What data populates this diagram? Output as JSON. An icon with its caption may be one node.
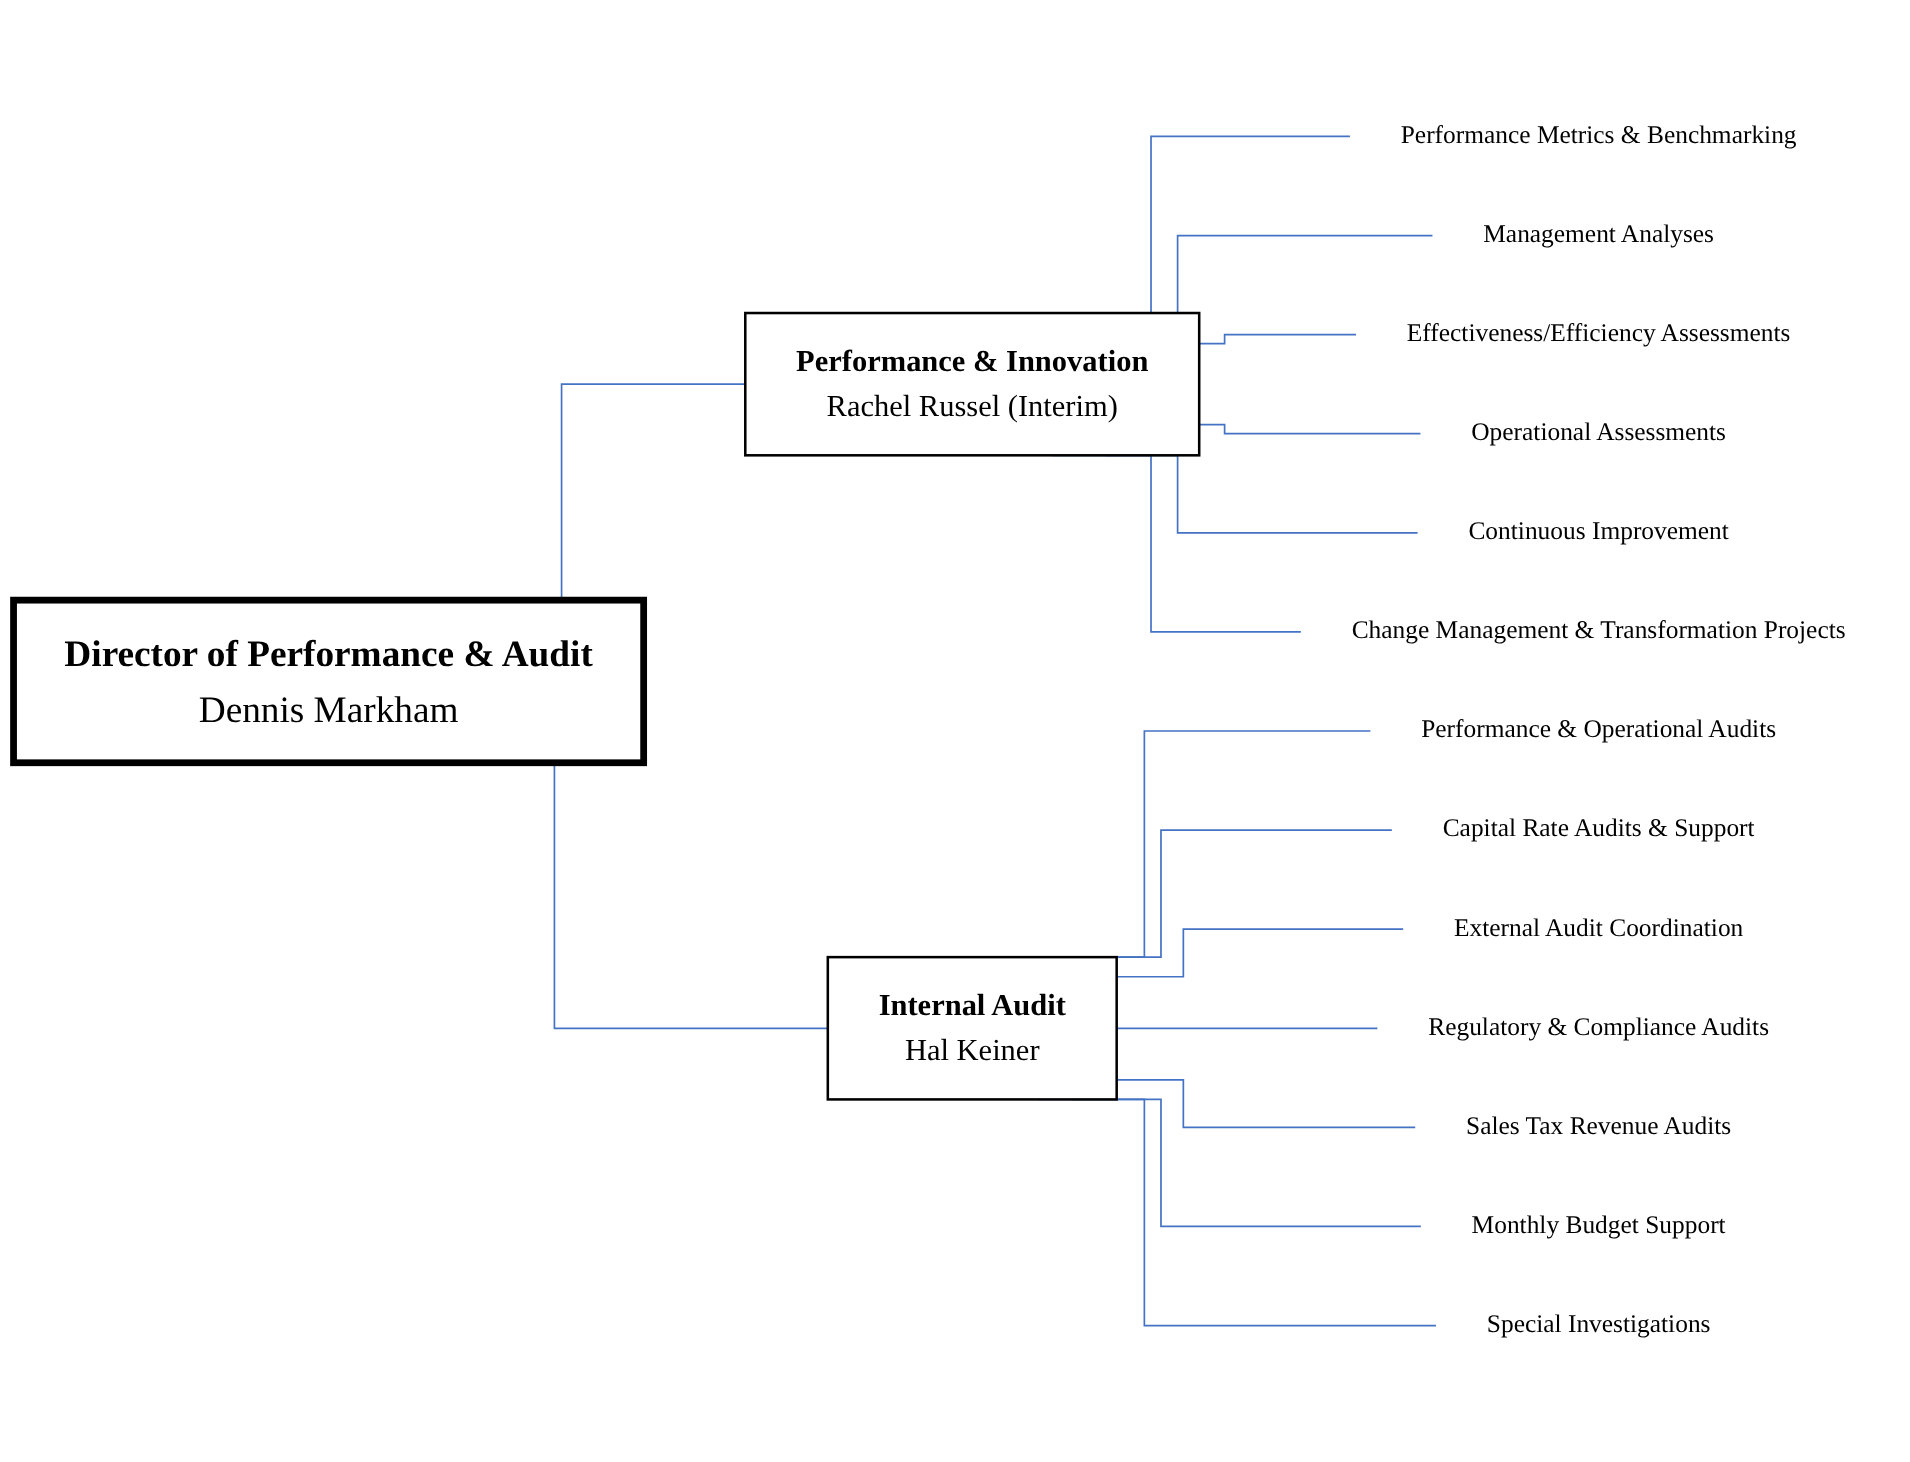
{
  "diagram": {
    "nodes": [
      {
        "text": [
          "Director of Performance & Audit",
          "Dennis Markham"
        ]
      },
      {
        "text": [
          "Performance & Innovation",
          "Rachel Russel (Interim)"
        ]
      },
      {
        "text": [
          "Internal Audit",
          "Hal Keiner"
        ]
      },
      {
        "text": [
          "Performance Metrics & Benchmarking"
        ]
      },
      {
        "text": [
          "Management Analyses"
        ]
      },
      {
        "text": [
          "Effectiveness/Efficiency Assessments"
        ]
      },
      {
        "text": [
          "Operational Assessments"
        ]
      },
      {
        "text": [
          "Continuous Improvement"
        ]
      },
      {
        "text": [
          "Change Management & Transformation Projects"
        ]
      },
      {
        "text": [
          "Performance & Operational Audits"
        ]
      },
      {
        "text": [
          "Capital Rate Audits & Support"
        ]
      },
      {
        "text": [
          "External Audit Coordination"
        ]
      },
      {
        "text": [
          "Regulatory & Compliance Audits"
        ]
      },
      {
        "text": [
          "Sales Tax Revenue Audits"
        ]
      },
      {
        "text": [
          "Monthly Budget Support"
        ]
      },
      {
        "text": [
          "Special Investigations"
        ]
      }
    ],
    "edges": [
      {
        "from": 0,
        "to": 1,
        "arrow": "none"
      },
      {
        "from": 0,
        "to": 2,
        "arrow": "none"
      },
      {
        "from": 1,
        "to": 3,
        "arrow": "none"
      },
      {
        "from": 1,
        "to": 4,
        "arrow": "none"
      },
      {
        "from": 1,
        "to": 5,
        "arrow": "none"
      },
      {
        "from": 1,
        "to": 6,
        "arrow": "none"
      },
      {
        "from": 1,
        "to": 7,
        "arrow": "none"
      },
      {
        "from": 1,
        "to": 8,
        "arrow": "none"
      },
      {
        "from": 2,
        "to": 9,
        "arrow": "none"
      },
      {
        "from": 2,
        "to": 10,
        "arrow": "none"
      },
      {
        "from": 2,
        "to": 11,
        "arrow": "none"
      },
      {
        "from": 2,
        "to": 12,
        "arrow": "none"
      },
      {
        "from": 2,
        "to": 13,
        "arrow": "none"
      },
      {
        "from": 2,
        "to": 14,
        "arrow": "none"
      },
      {
        "from": 2,
        "to": 15,
        "arrow": "none"
      }
    ]
  }
}
